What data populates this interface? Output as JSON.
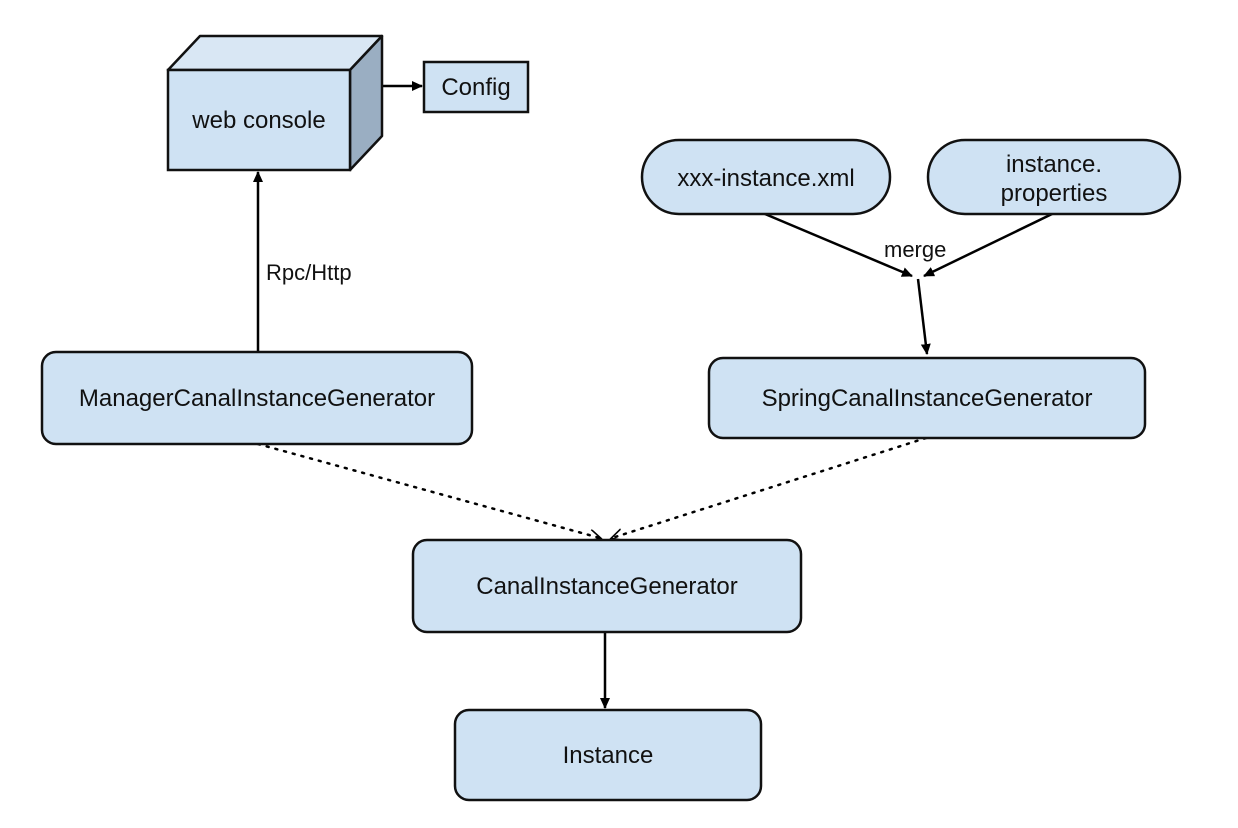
{
  "colors": {
    "node_fill": "#cfe2f3",
    "node_stroke": "#111111",
    "cube_top": "#d9e7f4",
    "cube_side": "#9aaec2",
    "edge": "#000000",
    "background": "#ffffff"
  },
  "nodes": {
    "web_console": "web console",
    "config": "Config",
    "xxx_instance_xml": "xxx-instance.xml",
    "instance_properties_line1": "instance.",
    "instance_properties_line2": "properties",
    "manager_generator": "ManagerCanalInstanceGenerator",
    "spring_generator": "SpringCanalInstanceGenerator",
    "canal_instance_generator": "CanalInstanceGenerator",
    "instance": "Instance"
  },
  "edges": {
    "rpc_http_label": "Rpc/Http",
    "merge_label": "merge"
  }
}
